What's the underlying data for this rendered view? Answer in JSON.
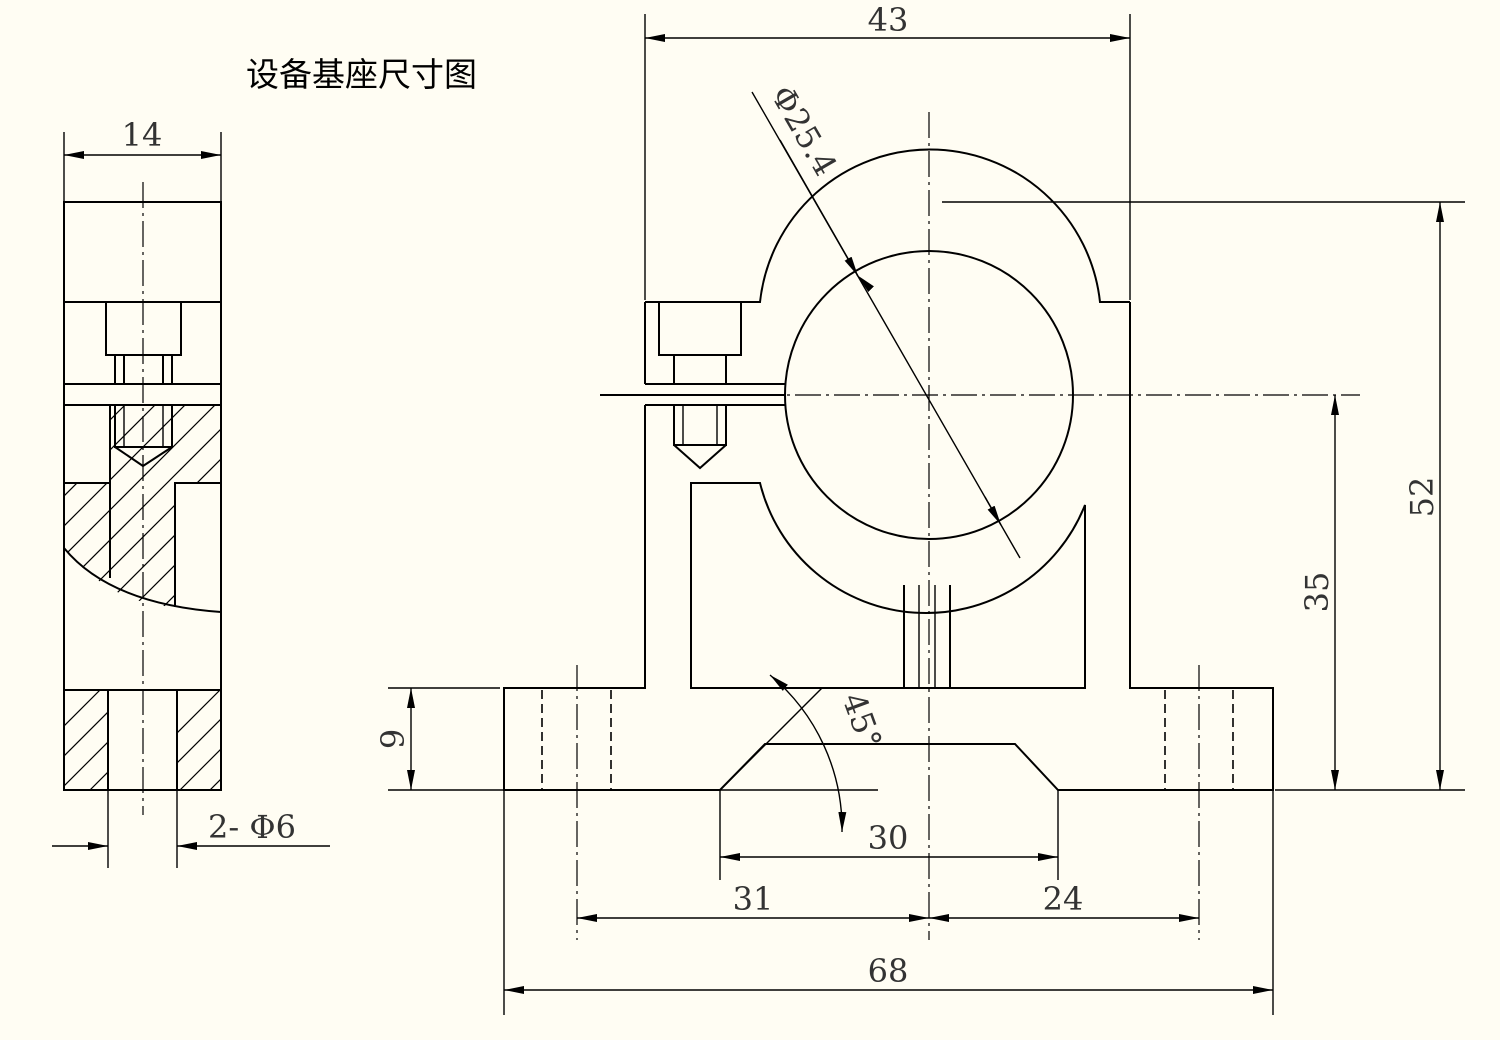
{
  "title": "设备基座尺寸图",
  "dims": {
    "side_width": "14",
    "holes": "2- Φ6",
    "top_width": "43",
    "diameter": "Φ25.4",
    "height_total": "52",
    "height_center": "35",
    "base_height": "9",
    "angle": "45°",
    "slot_width": "30",
    "left_hole": "31",
    "right_hole": "24",
    "overall": "68"
  }
}
